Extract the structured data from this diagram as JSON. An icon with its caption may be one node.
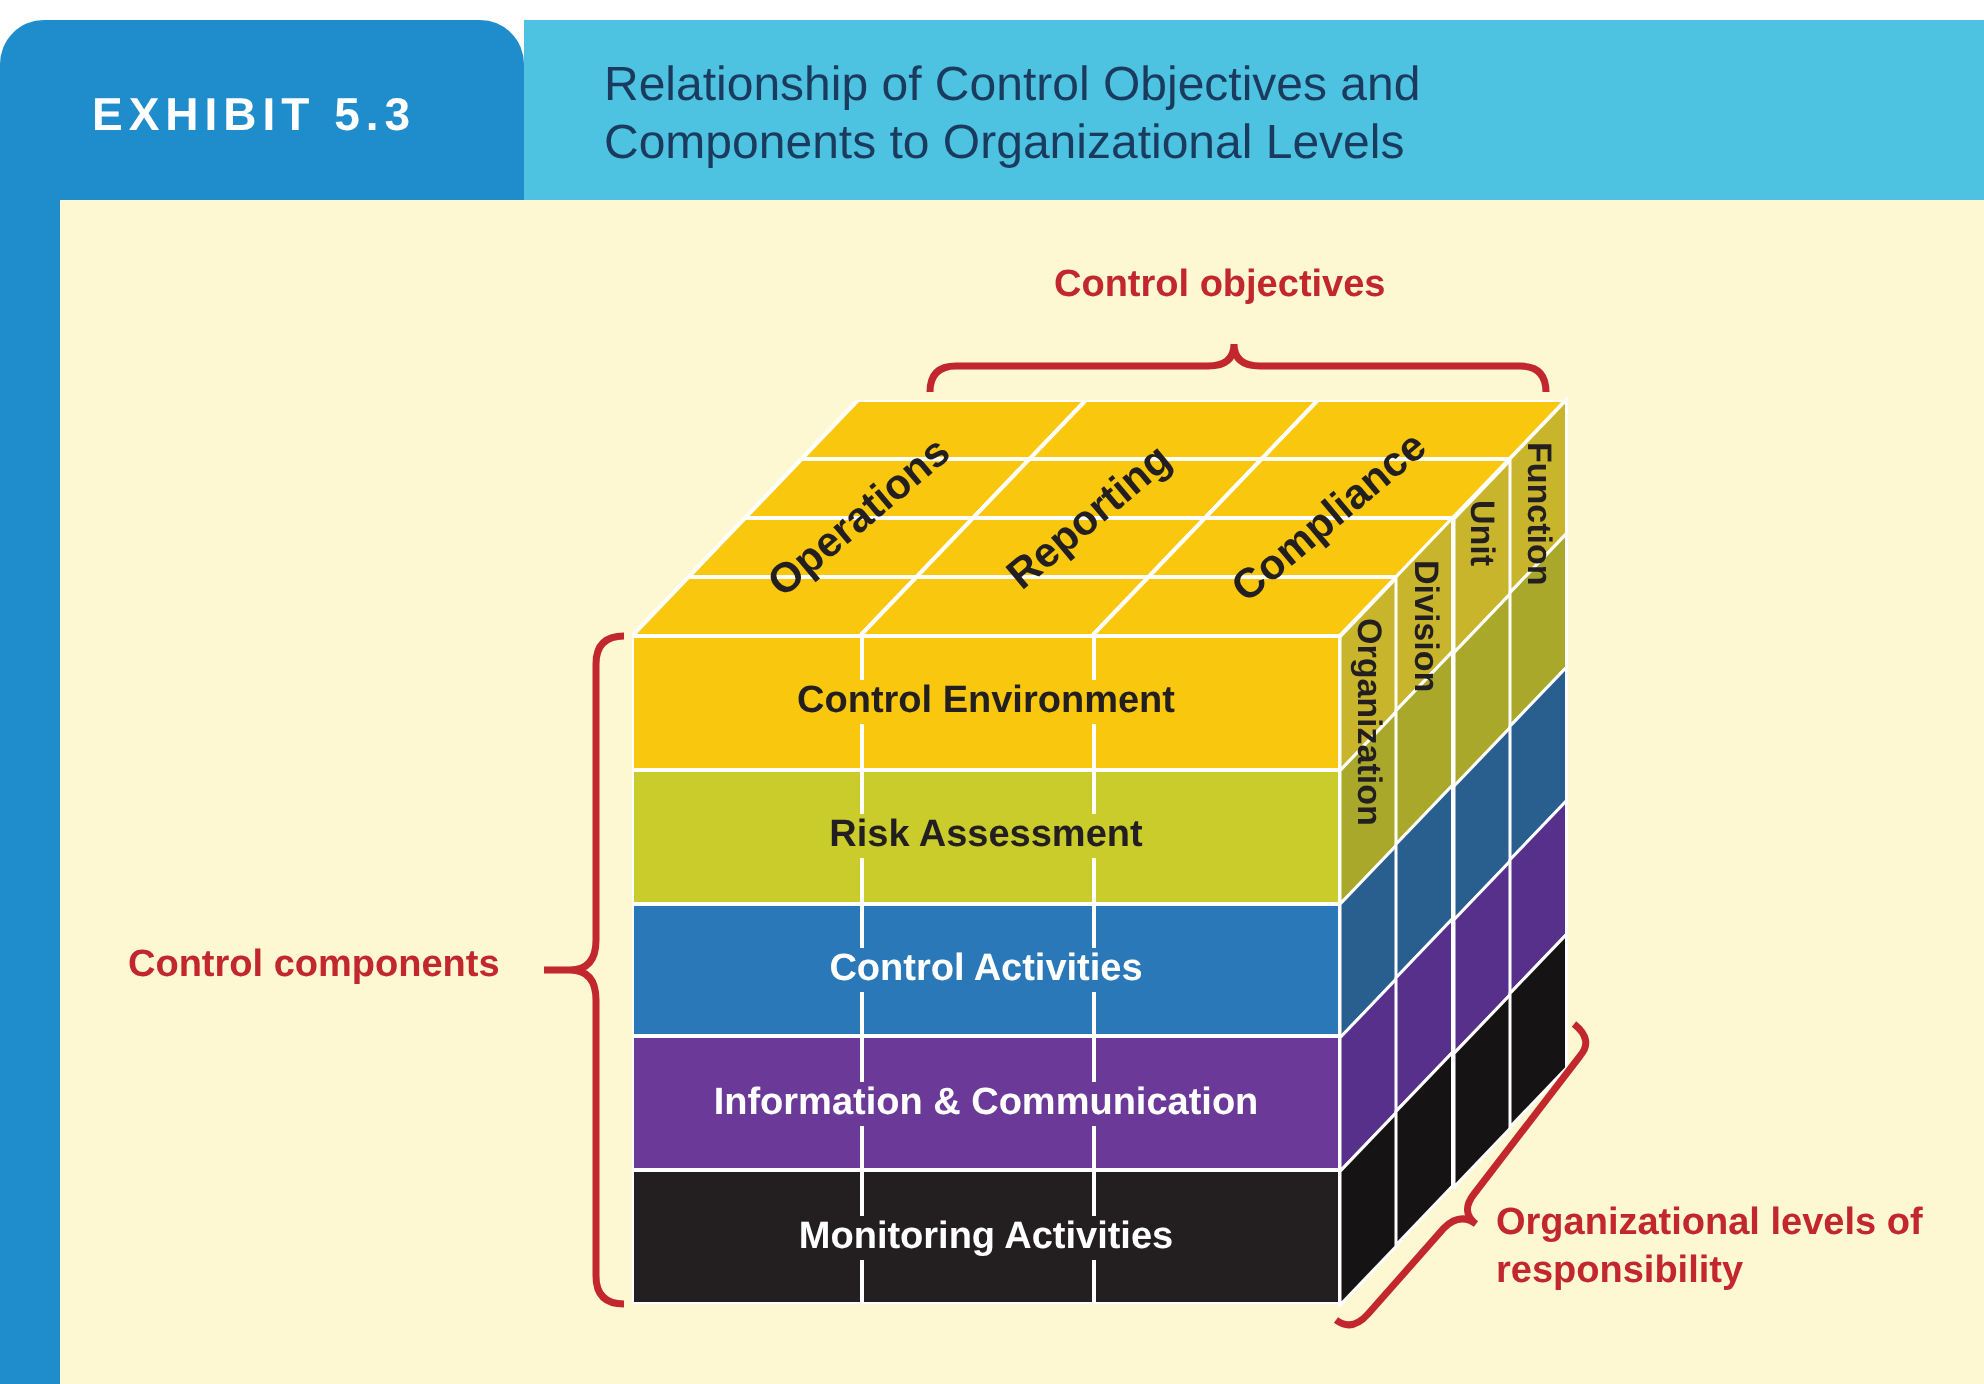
{
  "diagram": {
    "title": "Relationship of Control Objectives and Components to Organizational Levels",
    "nodes": [
      {
        "text": [
          "Operations"
        ]
      },
      {
        "text": [
          "Reporting"
        ]
      },
      {
        "text": [
          "Compliance"
        ]
      },
      {
        "text": [
          "Organization"
        ]
      },
      {
        "text": [
          "Division"
        ]
      },
      {
        "text": [
          "Unit"
        ]
      },
      {
        "text": [
          "Function"
        ]
      },
      {
        "text": [
          "Control Environment"
        ]
      },
      {
        "text": [
          "Risk Assessment"
        ]
      },
      {
        "text": [
          "Control Activities"
        ]
      },
      {
        "text": [
          "Information & Communication"
        ]
      },
      {
        "text": [
          "Monitoring Activities"
        ]
      }
    ],
    "labels": [
      "EXHIBIT 5.3",
      "Control objectives",
      "Control components",
      "Organizational levels of responsibility"
    ]
  }
}
